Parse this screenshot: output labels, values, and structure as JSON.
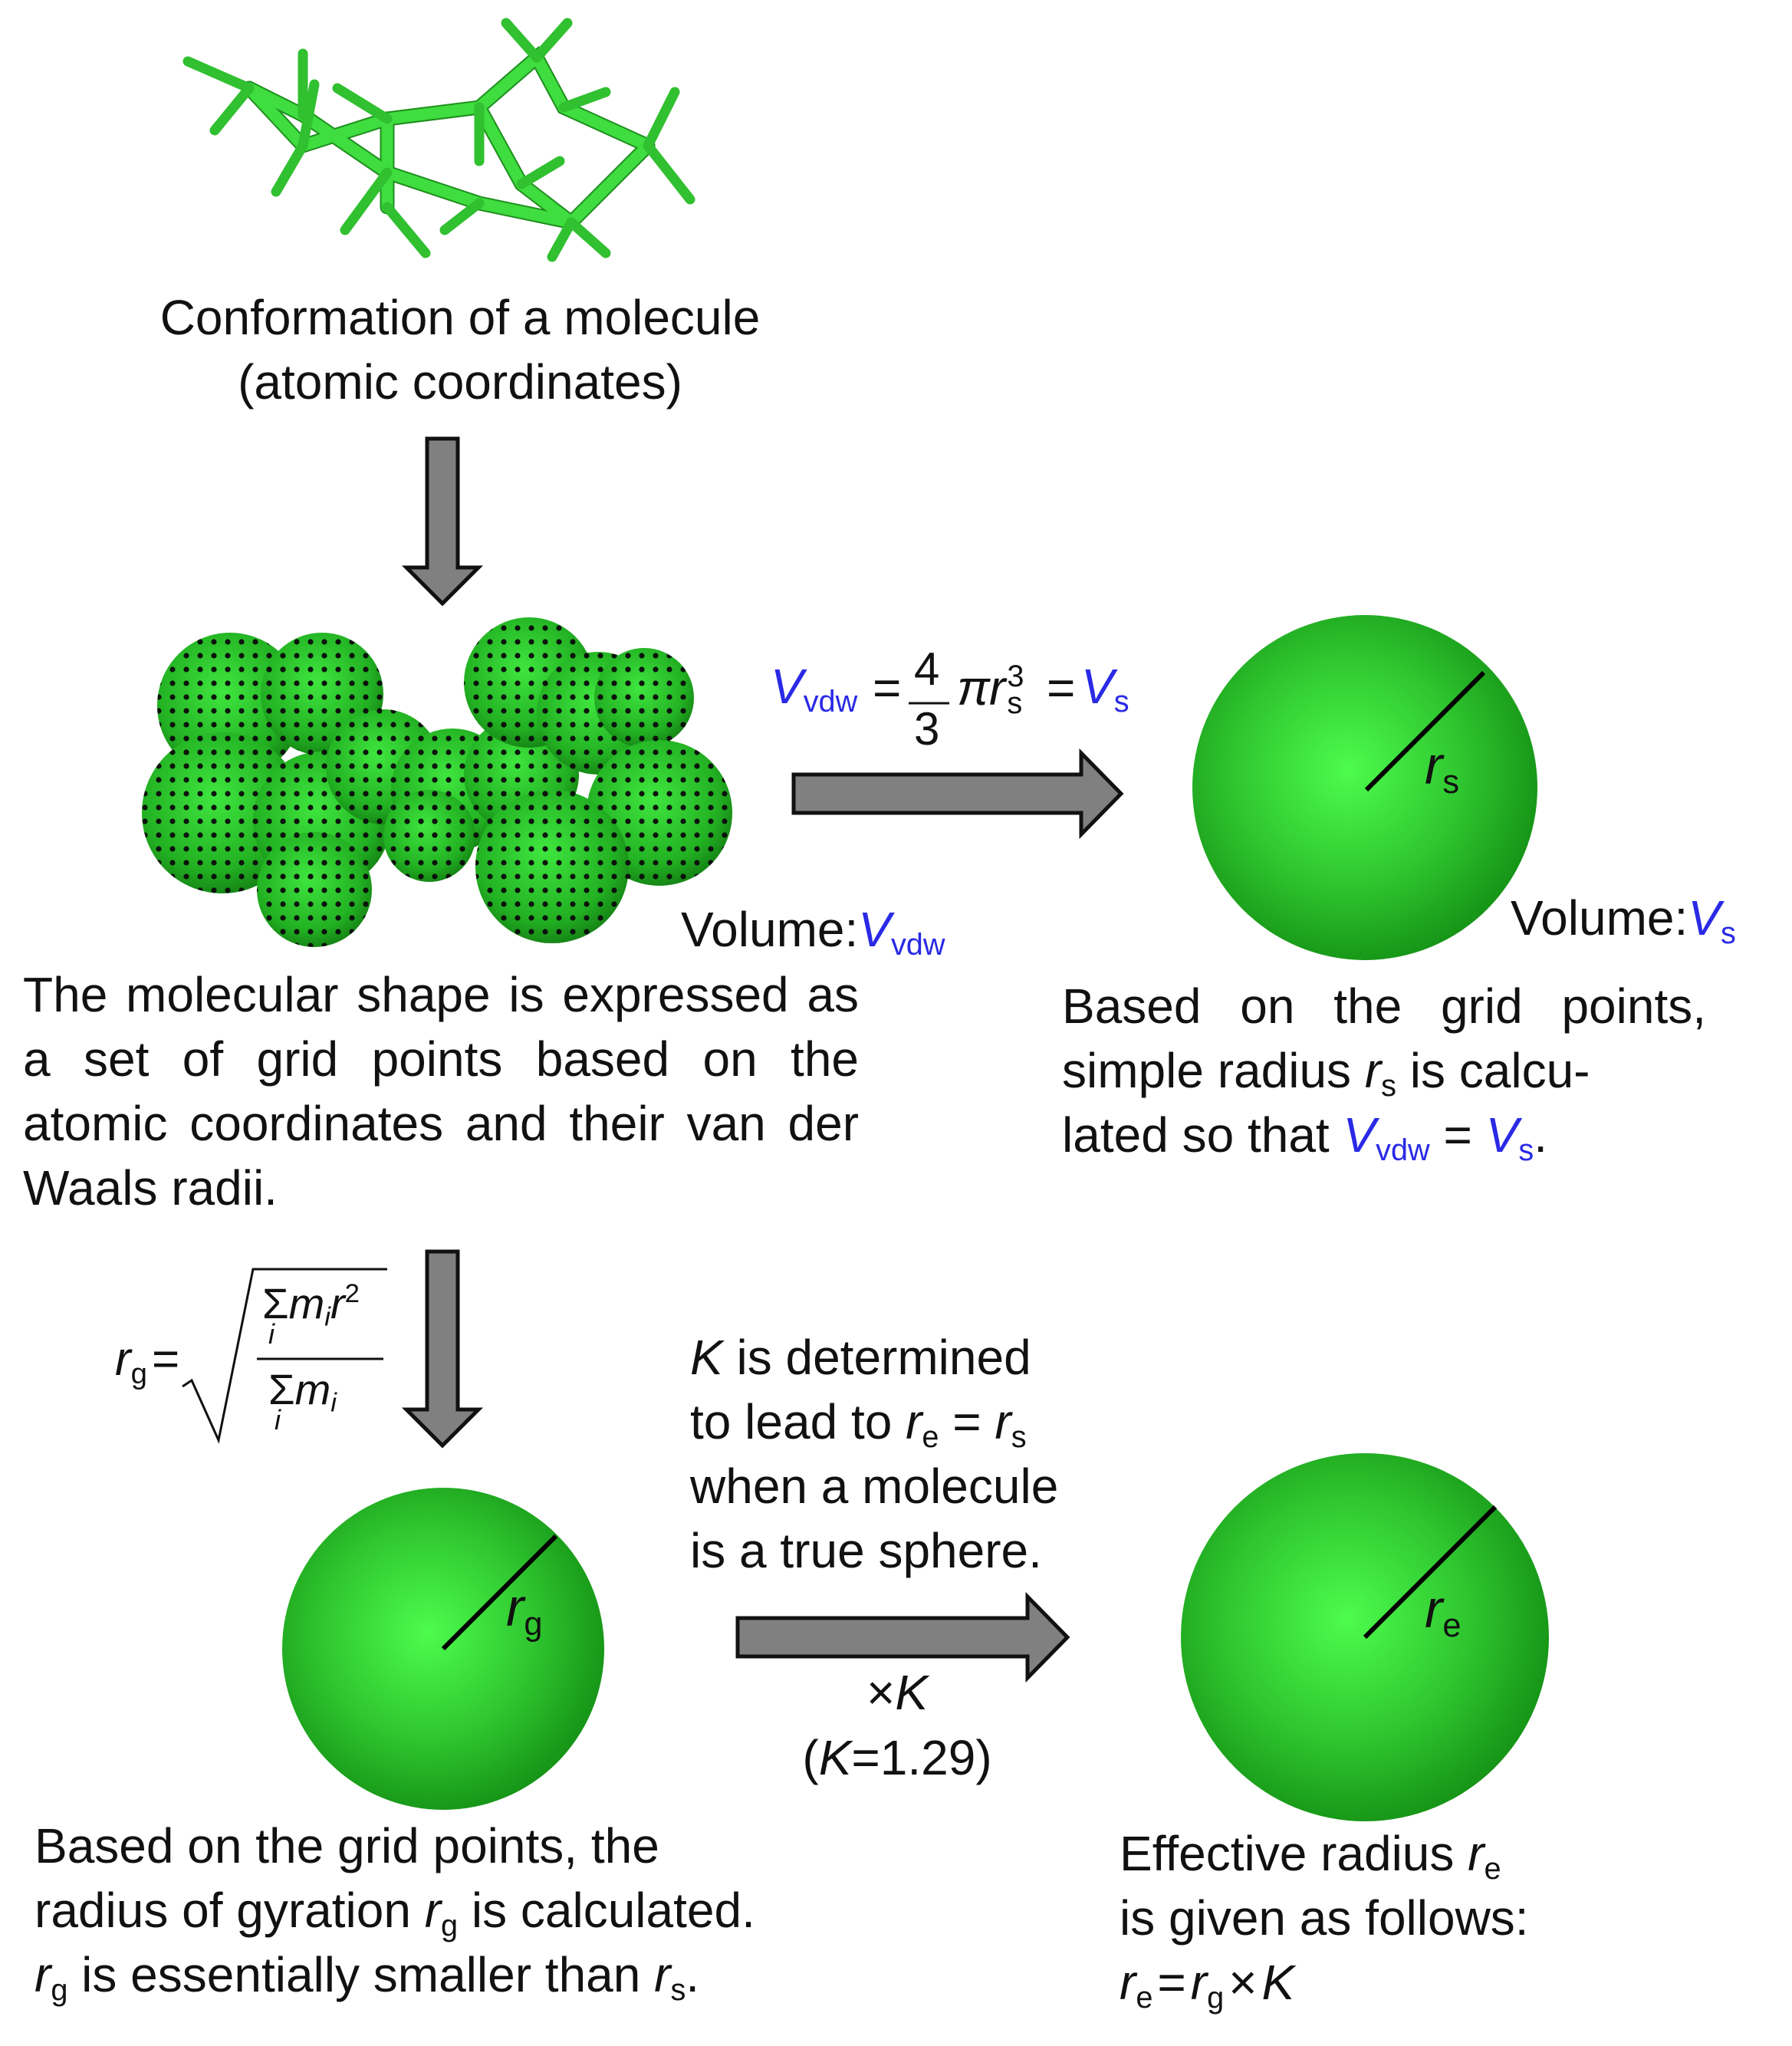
{
  "molecule_caption": {
    "line1": "Conformation of a molecule",
    "line2": "(atomic coordinates)"
  },
  "grid_shape": {
    "volume_label": "Volume:",
    "volume_symbol": "V",
    "volume_sub": "vdw",
    "description": "The molecular shape is expressed as a set of grid points based on the atomic coordinates and their van der Waals radii."
  },
  "equation_vs": {
    "lhs_symbol": "V",
    "lhs_sub": "vdw",
    "equals": "=",
    "frac_num": "4",
    "frac_den": "3",
    "pi": "π",
    "r_symbol": "r",
    "r_sub": "s",
    "r_exp": "3",
    "rhs_symbol": "V",
    "rhs_sub": "s"
  },
  "simple_sphere": {
    "radius_symbol": "r",
    "radius_sub": "s",
    "volume_label": "Volume:",
    "volume_symbol": "V",
    "volume_sub": "s",
    "desc_part1": "Based on the grid points, simple radius ",
    "desc_r": "r",
    "desc_r_sub": "s",
    "desc_part2": " is calcu-",
    "desc_line3_a": "lated so that ",
    "desc_v1": "V",
    "desc_v1_sub": "vdw",
    "desc_eq": " = ",
    "desc_v2": "V",
    "desc_v2_sub": "s",
    "desc_end": "."
  },
  "gyration_formula": {
    "lhs": "r",
    "lhs_sub": "g",
    "equals": "=",
    "sum": "Σ",
    "index": "i",
    "m": "m",
    "r": "r",
    "exp": "2"
  },
  "k_text": {
    "k": "K",
    "line1": " is determined",
    "line2_a": "to lead to ",
    "re": "r",
    "re_sub": "e",
    "eq": " = ",
    "rs": "r",
    "rs_sub": "s",
    "line3": "when a molecule",
    "line4": "is a true sphere.",
    "mult_symbol": "×",
    "mult_k": "K",
    "paren_open": "(",
    "paren_k": "K",
    "paren_val": "=1.29)"
  },
  "gyration_sphere": {
    "radius_symbol": "r",
    "radius_sub": "g",
    "line1": "Based on the grid points, the",
    "line2_a": "radius of gyration ",
    "line2_r": "r",
    "line2_sub": "g",
    "line2_b": " is calculated.",
    "line3_r": "r",
    "line3_sub": "g",
    "line3_a": " is essentially smaller than ",
    "line3_r2": "r",
    "line3_sub2": "s",
    "line3_end": "."
  },
  "effective_sphere": {
    "radius_symbol": "r",
    "radius_sub": "e",
    "line1_a": "Effective radius ",
    "line1_r": "r",
    "line1_sub": "e",
    "line2": "is given as follows:",
    "f_r1": "r",
    "f_sub1": "e",
    "f_eq": "=",
    "f_r2": "r",
    "f_sub2": "g",
    "f_x": "×",
    "f_k": "K"
  },
  "colors": {
    "sphere_green": "#2fc62f",
    "arrow_gray": "#808080",
    "equation_blue": "#2a2ae6"
  }
}
